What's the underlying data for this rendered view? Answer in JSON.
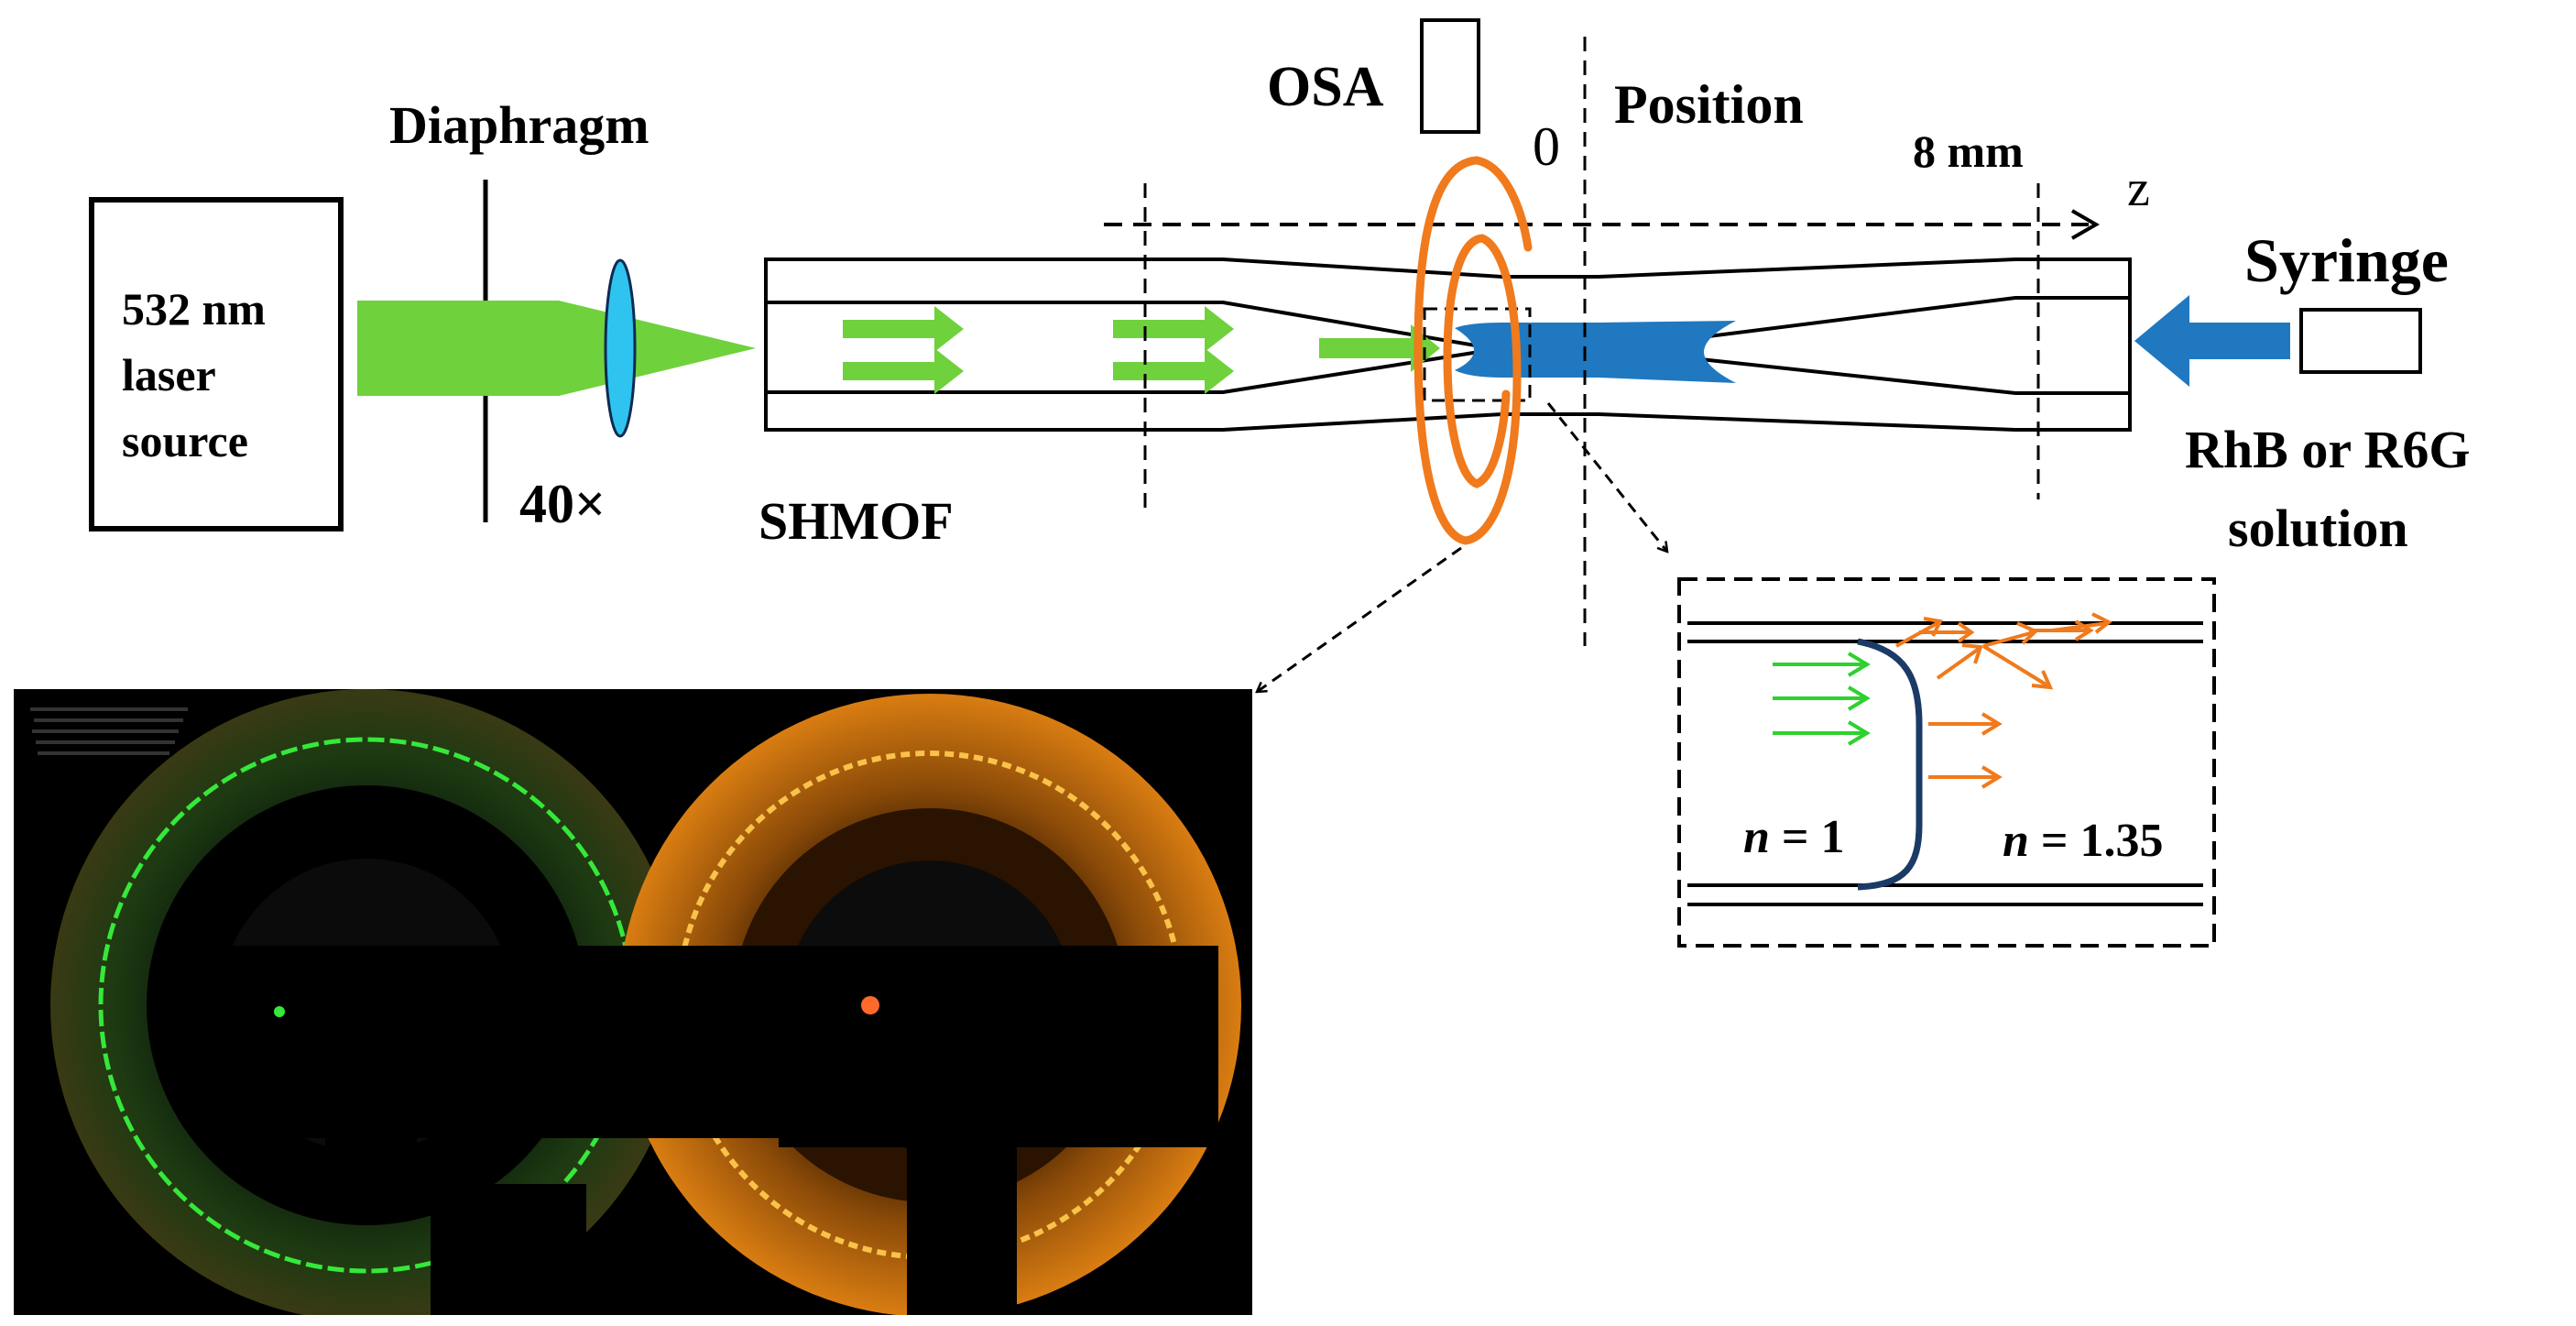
{
  "labels": {
    "laser": [
      "532 nm",
      "laser",
      "source"
    ],
    "diaphragm": "Diaphragm",
    "objective": "40×",
    "fiber": "SHMOF",
    "osa": "OSA",
    "zero": "0",
    "position": "Position",
    "distance": "8 mm",
    "axis": "z",
    "syringe": "Syringe",
    "solution": [
      "RhB or R6G",
      "solution"
    ],
    "n_left_var": "n",
    "n_left_val": " = 1",
    "n_right_var": "n",
    "n_right_val": " = 1.35"
  },
  "colors": {
    "pump_green": "#6fd13c",
    "inset_green": "#2ed12e",
    "lens_cyan": "#2fc4ef",
    "liquid_blue": "#1f78c0",
    "ring_orange": "#f07a1c",
    "meniscus_navy": "#1b3a66",
    "photo_green": "#35e83a",
    "photo_orange": "#f9a31b"
  }
}
